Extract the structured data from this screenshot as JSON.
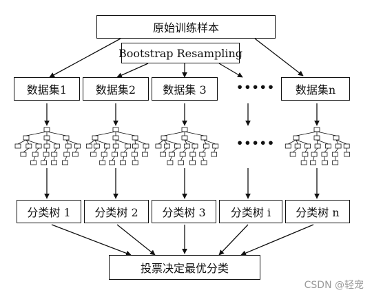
{
  "diagram": {
    "top_box": "原始训练样本",
    "resampling_box": "Bootstrap Resampling",
    "datasets": [
      {
        "label": "数据集1"
      },
      {
        "label": "数据集2"
      },
      {
        "label": "数据集 3"
      },
      {
        "label": "数据集n"
      }
    ],
    "ellipsis": "•••••",
    "trees": [
      {
        "label": "分类树 1"
      },
      {
        "label": "分类树 2"
      },
      {
        "label": "分类树 3"
      },
      {
        "label": "分类树 i"
      },
      {
        "label": "分类树 n"
      }
    ],
    "vote_box": "投票决定最优分类"
  },
  "watermark": "CSDN @轻宠"
}
